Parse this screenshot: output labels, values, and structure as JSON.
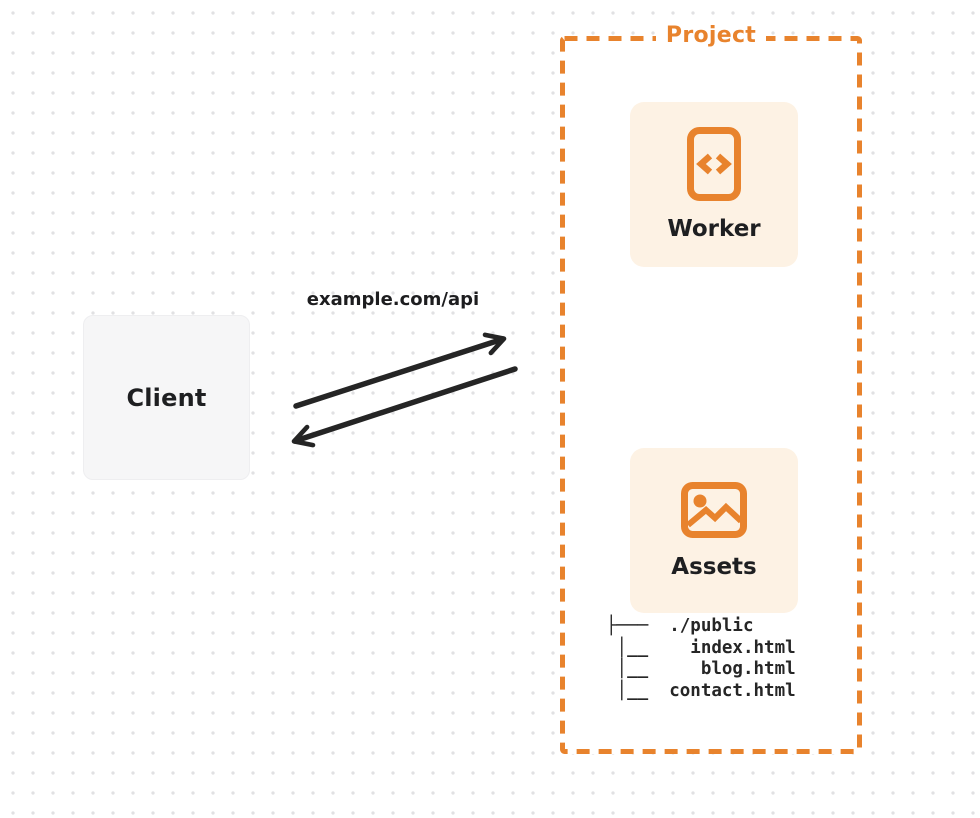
{
  "client": {
    "label": "Client"
  },
  "request": {
    "label": "example.com/api"
  },
  "project": {
    "label": "Project",
    "worker": {
      "label": "Worker",
      "icon": "code-document-icon"
    },
    "assets": {
      "label": "Assets",
      "icon": "image-icon"
    },
    "file_tree": {
      "lines": [
        "├───  ./public",
        " │__    index.html",
        " │__     blog.html",
        " │__  contact.html"
      ]
    }
  },
  "colors": {
    "accent_orange": "#e8832d",
    "card_cream": "#fdf2e4",
    "client_gray": "#f6f6f7",
    "arrow_ink": "#252525",
    "dot_grid": "#e1e1e3"
  }
}
